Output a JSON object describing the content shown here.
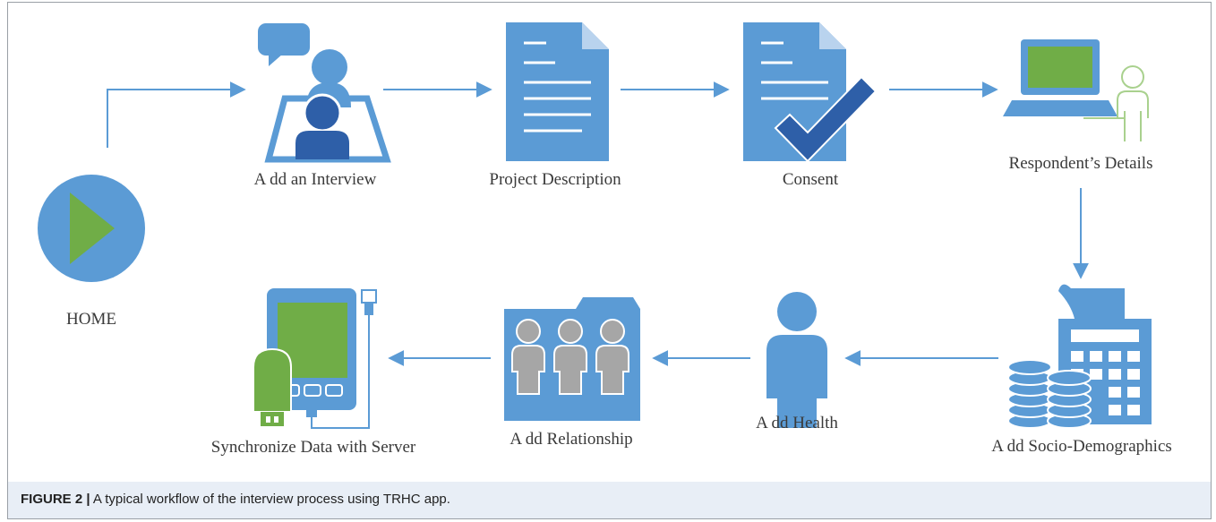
{
  "colors": {
    "primary_blue": "#5b9bd5",
    "dark_blue": "#2e75c7",
    "green": "#70ad47",
    "grey_person": "#a6a6a6",
    "arrow": "#5b9bd5"
  },
  "nodes": {
    "home": {
      "label": "HOME",
      "icon": "play-icon"
    },
    "add_interview": {
      "label": "A dd an Interview",
      "icon": "interview-icon"
    },
    "project_description": {
      "label": "Project Description",
      "icon": "document-icon"
    },
    "consent": {
      "label": "Consent",
      "icon": "document-check-icon"
    },
    "respondent_details": {
      "label": "Respondent’s Details",
      "icon": "laptop-person-icon"
    },
    "add_socio_demographics": {
      "label": "A dd Socio-Demographics",
      "icon": "calculator-coins-icon"
    },
    "add_health": {
      "label": "A dd Health",
      "icon": "person-icon"
    },
    "add_relationship": {
      "label": "A dd Relationship",
      "icon": "people-folder-icon"
    },
    "synchronize": {
      "label": "Synchronize Data with Server",
      "icon": "device-usb-icon"
    }
  },
  "caption": {
    "label": "FIGURE 2 |",
    "text": " A typical workflow of the interview process using TRHC app."
  }
}
